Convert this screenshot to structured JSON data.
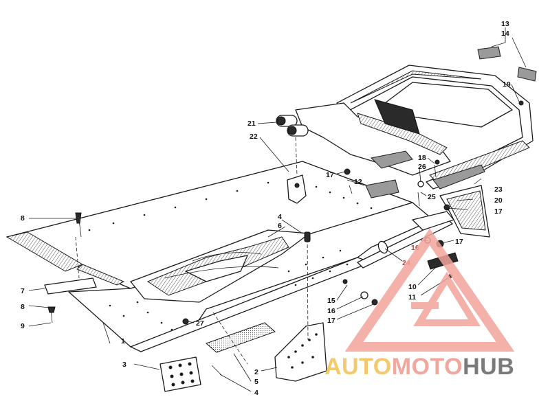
{
  "diagram": {
    "callouts": [
      {
        "id": "c13",
        "text": "13"
      },
      {
        "id": "c14",
        "text": "14"
      },
      {
        "id": "c19",
        "text": "19"
      },
      {
        "id": "c21",
        "text": "21"
      },
      {
        "id": "c22",
        "text": "22"
      },
      {
        "id": "c18",
        "text": "18"
      },
      {
        "id": "c26",
        "text": "26"
      },
      {
        "id": "c17a",
        "text": "17"
      },
      {
        "id": "c12",
        "text": "12"
      },
      {
        "id": "c25",
        "text": "25"
      },
      {
        "id": "c23",
        "text": "23"
      },
      {
        "id": "c20",
        "text": "20"
      },
      {
        "id": "c17b",
        "text": "17"
      },
      {
        "id": "c8a",
        "text": "8"
      },
      {
        "id": "c4a",
        "text": "4"
      },
      {
        "id": "c6",
        "text": "6"
      },
      {
        "id": "c16a",
        "text": "16"
      },
      {
        "id": "c17c",
        "text": "17"
      },
      {
        "id": "c24",
        "text": "24"
      },
      {
        "id": "c7",
        "text": "7"
      },
      {
        "id": "c10",
        "text": "10"
      },
      {
        "id": "c11",
        "text": "11"
      },
      {
        "id": "c8b",
        "text": "8"
      },
      {
        "id": "c15",
        "text": "15"
      },
      {
        "id": "c16b",
        "text": "16"
      },
      {
        "id": "c17d",
        "text": "17"
      },
      {
        "id": "c9",
        "text": "9"
      },
      {
        "id": "c27",
        "text": "27"
      },
      {
        "id": "c1",
        "text": "1"
      },
      {
        "id": "c3",
        "text": "3"
      },
      {
        "id": "c2",
        "text": "2"
      },
      {
        "id": "c5",
        "text": "5"
      },
      {
        "id": "c4b",
        "text": "4"
      }
    ]
  },
  "watermark": {
    "auto": "AUTO",
    "moto": "MOTO",
    "hub": "HUB",
    "colors": {
      "triangle": "#f2a49b",
      "auto": "#f3c96b",
      "moto": "#f0a79d",
      "hub": "#7a7a7a"
    }
  }
}
